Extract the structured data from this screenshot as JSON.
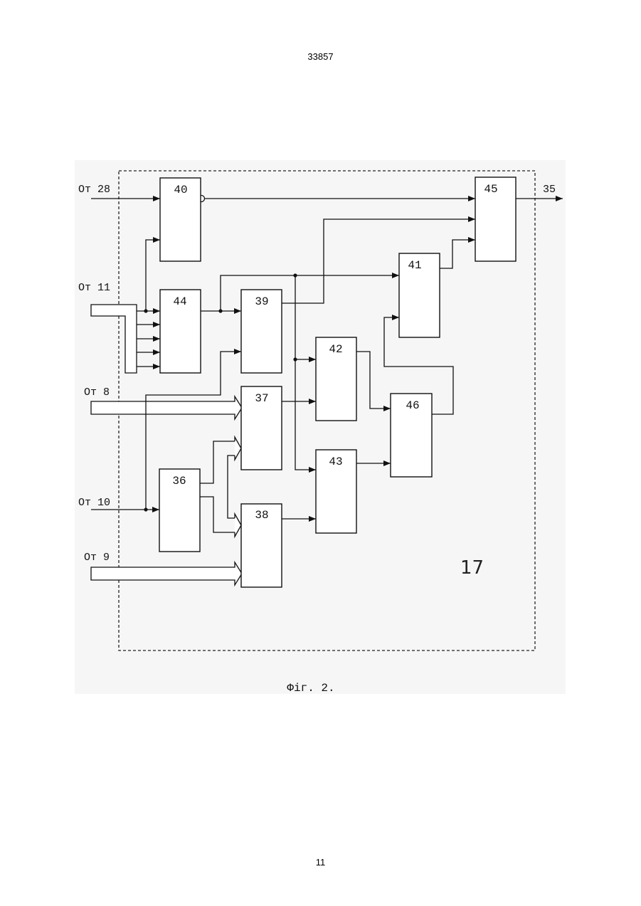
{
  "header": {
    "doc_number": "33857"
  },
  "figure": {
    "frame_label": "17",
    "caption": "Фіг. 2.",
    "blocks": [
      {
        "label": "40"
      },
      {
        "label": "45"
      },
      {
        "label": "41"
      },
      {
        "label": "44"
      },
      {
        "label": "39"
      },
      {
        "label": "42"
      },
      {
        "label": "37"
      },
      {
        "label": "46"
      },
      {
        "label": "43"
      },
      {
        "label": "36"
      },
      {
        "label": "38"
      }
    ],
    "inputs": [
      {
        "label": "От 28"
      },
      {
        "label": "От 11"
      },
      {
        "label": "От 8"
      },
      {
        "label": "От 10"
      },
      {
        "label": "От 9"
      }
    ],
    "outputs": [
      {
        "label": "35"
      }
    ]
  },
  "footer": {
    "page_number": "11"
  }
}
